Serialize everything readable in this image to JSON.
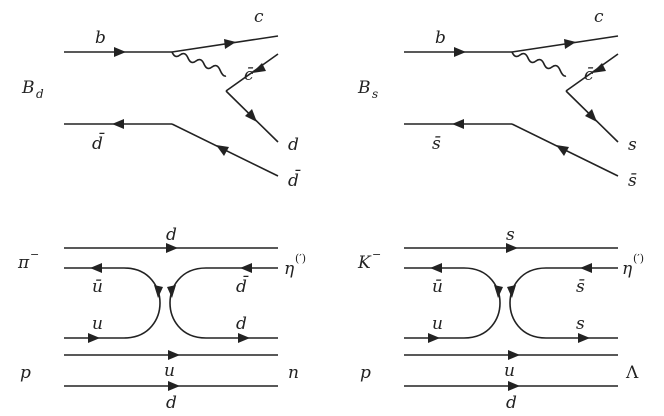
{
  "diagrams": [
    {
      "name": "Bd-decay",
      "meson": "B",
      "meson_sub": "d",
      "in_quark": "b",
      "spectator": "d̄",
      "out": [
        "c",
        "c̄",
        "d",
        "d̄"
      ]
    },
    {
      "name": "Bs-decay",
      "meson": "B",
      "meson_sub": "s",
      "in_quark": "b",
      "spectator": "s̄",
      "out": [
        "c",
        "c̄",
        "s",
        "s̄"
      ]
    },
    {
      "name": "pi-p-scattering",
      "projectile": "π",
      "projectile_sup": "−",
      "target": "p",
      "top_quark": "d",
      "anti_left": "ū",
      "anti_right": "d̄",
      "quark_left": "u",
      "quark_right": "d",
      "eta": "η",
      "eta_sup": "(′)",
      "proton_quarks": [
        "u",
        "d"
      ],
      "final_baryon": "n"
    },
    {
      "name": "K-p-scattering",
      "projectile": "K",
      "projectile_sup": "−",
      "target": "p",
      "top_quark": "s",
      "anti_left": "ū",
      "anti_right": "s̄",
      "quark_left": "u",
      "quark_right": "s",
      "eta": "η",
      "eta_sup": "(′)",
      "proton_quarks": [
        "u",
        "d"
      ],
      "final_baryon": "Λ"
    }
  ]
}
